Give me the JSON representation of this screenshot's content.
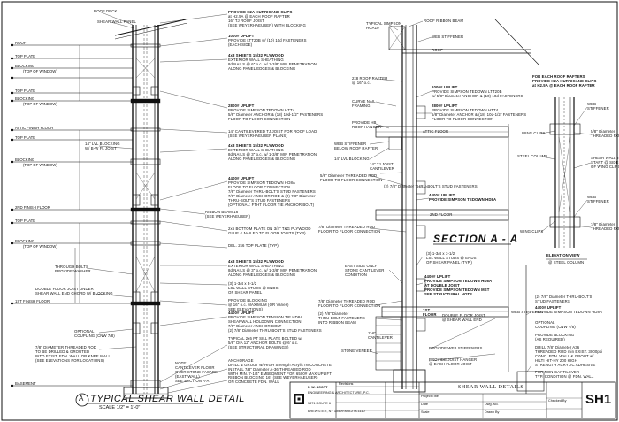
{
  "detail_title": {
    "marker": "A",
    "title": "TYPICAL SHEAR WALL DETAIL",
    "scale": "SCALE 1/2\" = 1'-0\""
  },
  "section_title": "SECTION A - A",
  "left_levels": {
    "roof": "ROOF",
    "top_plate_1": "TOP PLATE",
    "blocking_1": "BLOCKING",
    "blocking_1_sub": "(TOP OF WINDOW)",
    "top_plate_2": "TOP PLATE",
    "blocking_2": "BLOCKING",
    "blocking_2_sub": "(TOP OF WINDOW)",
    "attic": "ATTIC FINISH FLOOR",
    "top_plate_3": "TOP PLATE",
    "blocking_3": "BLOCKING",
    "blocking_3_sub": "(TOP OF WINDOW)",
    "second_floor": "2ND FINISH FLOOR",
    "top_plate_4": "TOP PLATE",
    "blocking_4": "BLOCKING",
    "blocking_4_sub": "(TOP OF WINDOW)",
    "first_floor": "1ST FINISH FLOOR",
    "basement": "BASEMENT"
  },
  "left_notes": {
    "roof_deck": "ROOF DECK",
    "shear_wall_panel": "SHEAR WALL PANEL",
    "lvl_blocking": "14\" LVL BLOCKING\nW/ B-W FL JOIST",
    "through_bolts": "THROUGH BOLTS\nPROVIDE WASHER",
    "double_floor_joist": "DOUBLE FLOOR JOIST UNDER\nSHEAR WALL END CHORD W/ BLOCKING",
    "optional_coupling": "OPTIONAL\nCOUPLING (CNW 7/8)",
    "threaded_rod": "7/8\" DIAMETER THREADED ROD\nTO BE DRILLED & GROUTED\nINTO EXIST. FDN. WALL OR KNEE WALL\n(SEE ELEVATIONS FOR LOCATIONS)",
    "note": "NOTE:\nCANTILEVER FLOOR\nOVER STONE FACADE\n(EAST WALL)\nSEE SECTION A-A"
  },
  "center_notes": [
    {
      "head": "PROVIDE H2A HURRICANE CLIPS",
      "body": "at H2.5A @ EACH ROOF RAFTER\n16\" TJ ROOF JOIST\n(SEE WEYERHAEUSER) WITH BLOCKING"
    },
    {
      "head": "1000# UPLIFT",
      "body": "PROVIDE LTT20B w/ (10) 10d FASTENERS\n(EACH SIDE)"
    },
    {
      "head": "4x8 SHEETS 15/32 PLYWOOD",
      "body": "EXTERIOR WALL SHEATHING\n8d NAILS @ 6\" o.c. w/ 1-3/8\" MIN PENETRATION\nALONG PANEL EDGES & BLOCKING"
    },
    {
      "head": "2800# UPLIFT",
      "body": "PROVIDE SIMPSON TEDOWN HTT4\n5/8\" Diameter ANCHOR & (18) 10d-1/2\" FASTENERS\nFLOOR TO FLOOR CONNECTION"
    },
    {
      "head": "",
      "body": "14\" CANTILEVERED TJ JOIST FOR ROOF LOAD\n(SEE WEYERHAEUSER PLANS)"
    },
    {
      "head": "4x8 SHEETS 15/32 PLYWOOD",
      "body": "EXTERIOR WALL SHEATHING\n8d NAILS @ 3\" o.c. w/ 1-3/8\" MIN PENETRATION\nALONG PANEL EDGES & BLOCKING"
    },
    {
      "head": "4400# UPLIFT",
      "body": "PROVIDE SIMPSON TEDOWN HD8A\nFLOOR TO FLOOR CONNECTION\n7/8\" Diameter THRU-BOLT'S STUD FASTENERS\n7/8\" Diameter ANCHOR ROD & (2) 7/8\" Diameter\nTHRU-BOLT'S STUD FASTENERS\n(OPTIONAL: FTHT FLOOR TIE ANCHOR BOLT)"
    },
    {
      "head": "RIBBON BEAM",
      "body": "RIBBON BEAM 16\"\n(SEE WEYERHAEUSER)"
    },
    {
      "head": "",
      "body": "2x6 BOTTOM PLATE ON 3/4\" T&G PLYWOOD\nGLUE & NAILED TO FLOOR JOISTS (TYP)"
    },
    {
      "head": "",
      "body": "DBL. 2x6 TOP PLATE (TYP)"
    },
    {
      "head": "4x8 SHEETS 15/32 PLYWOOD",
      "body": "EXTERIOR WALL SHEATHING\n8d NAILS @ 3\" o.c. w/ 1-3/8\" MIN PENETRATION\nALONG PANEL EDGES & BLOCKING"
    },
    {
      "head": "",
      "body": "(3) 1-3/4 x 3-1/2\nLSL WALL STUDS @ ENDS\nOF SHEAR PANEL"
    },
    {
      "head": "",
      "body": "PROVIDE BLOCKING\n@ 16\" o.c. MAXIMUM (OR Varies)\nSEE ELEVATIONS)"
    },
    {
      "head": "4400# UPLIFT",
      "body": "PROVIDE SIMPSON TENSION TIE HD8A\nSHEARWALL HOLDOWN CONNECTION\n7/8\" Diameter ANCHOR BOLT\n(2) 7/8\" Diameter THRU-BOLT'S STUD FASTENERS"
    },
    {
      "head": "",
      "body": "TYPICAL 2x6 PT SILL PLATE BOLTED w/\n5/8\" DIA 12\" ANCHOR BOLTS @ 6' o.c.\n(SEE STRUCTURAL DRAWINGS)"
    },
    {
      "head": "",
      "body": "ANCHORAGE\nDRILL & GROUT w/ HIGH Strength Acrylic IN CONCRETE\nINSTALL 7/8\" Diameter A-36 THREADED ROD\nWITH MIN. 7-1/4\" EMBEDMENT FOR 6500# MAX UPLIFT"
    },
    {
      "head": "",
      "body": "RIBBON BLOCKING 16\" (SEE WEYERHAEUSER)\nON CONCRETE FDN. WALL"
    }
  ],
  "section_notes": {
    "roof_ribbon": "ROOF RIBBON BEAM",
    "typical_simpson": "TYPICAL SIMPSON\nHGA10",
    "web_stiffener_1": "WEB STIFFENER",
    "roof": "ROOF",
    "rafter": "2x8 ROOF RAFTER\n@ 16\" o.c.",
    "curve_nail": "CURVE NAIL\nFRAMING",
    "hb_hanger": "PROVIDE HB\nROOF HANGER",
    "uplift_1000": "1000# UPLIFT",
    "uplift_1000_body": "PROVIDE SIMPSON TEDOWN LTT20B\nw/ 5/8\" Diameter ANCHOR & (10) 10d FASTENERS",
    "uplift_2800": "2800# UPLIFT",
    "uplift_2800_body": "PROVIDE SIMPSON TEDOWN HTT4\n5/8\" Diameter ANCHOR & (18) 10d-1/2\" FASTENERS\nFLOOR TO FLOOR CONNECTION",
    "web_stiffener_2": "WEB STIFFENER\nBELOW ROOF RAFTER",
    "attic_floor": "ATTIC FLOOR",
    "lvl_blocking": "14\" LVL BLOCKING",
    "lvl_joist": "14\" TJ JOIST\nCANTILEVER",
    "threaded_rod": "5/8\" Diameter THREADED ROD\nFLOOR TO FLOOR CONNECTION",
    "thru_bolts": "(2) 7/8\" Diameter THRU-BOLT'S STUD FASTENERS",
    "uplift_4400": "4400# UPLIFT",
    "uplift_4400_body": "PROVIDE SIMPSON TEDOWN HD8A",
    "second_floor": "2ND FLOOR",
    "threaded_rod_2": "7/8\" Diameter THREADED ROD\nFLOOR TO FLOOR CONNECTION",
    "east_side": "EAST SIDE ONLY\nSTONE CANTILEVER\nCONDITION",
    "lsl_studs": "(3) 1-3/4 x 3-1/2\nLSL WALL STUDS @ ENDS\nOF SHEAR PANEL (TYP.)",
    "uplift_4400b": "4400# UPLIFT",
    "uplift_4400b_body": "PROVIDE SIMPSON TEDOWN HD8A\nAT DOUBLE JOIST\nPROVIDE SIMPSON TEDOWN MST\nSEE STRUCTURAL NOTE",
    "threaded_rod_3": "7/8\" Diameter THREADED ROD\nFLOOR TO FLOOR CONNECTION",
    "thru_bolts_2": "(2) 7/8\" Diameter\nTHRU-BOLT FASTENERS\nINTO RIBBON BEAM",
    "first_floor": "1ST\nFLOOR",
    "double_joist": "DOUBLE FLOOR JOIST\n@ SHEAR WALL END",
    "cantilever": "1'-6\"\nCANTILEVER",
    "stone_veneer": "STONE VENEER",
    "web_stiffener_3": "PROVIDE WEB STIFFENERS",
    "joist_hanger": "PROVIDE JOIST HANGER\n@ EACH FLOOR JOIST",
    "web_stiffener_4": "WEB STIFFENER",
    "optional_coupling": "OPTIONAL\nCOUPLING (CNW 7/8)",
    "drill": "DRILL 7/8\" Diameter A36\nTHREADED ROD min EXIST. 3000psi\nCONC. FDN. WALL & GROUT w/\nHILTI HIT-HY 200 HIGH\nSTRENGTH ACRYLIC ADHESIVE",
    "uplift_4400c": "4400# UPLIFT",
    "uplift_4400c_body": "PROVIDE SIMPSON TEDOWN HD8A",
    "thru_bolt_fast": "(2) 7/8\" Diameter THRU-BOLT'S\nSTUD FASTENERS",
    "fdn_wall": "PROVIDE BLOCKING\n(AS REQUIRED)",
    "non_cantilever": "FOR NON-CANTILEVER\nTYP. CONDITION @ FDN. WALL"
  },
  "elevation": {
    "note_top": "FOR EACH ROOF RAFTERS\nPROVIDE H2A HURRICANE CLIPS\nat H2.5A @ EACH ROOF RAFTER",
    "web_stiffener": "WEB\nSTIFFENER",
    "wing_clips": "WING CLIPS",
    "threaded_rod": "5/8\" Diameter\nTHREADED ROD",
    "steel_column": "STEEL COLUMN",
    "shear_wall": "SHEAR WALL TO\nSTART @ SIDE\nOF WING CLIPS",
    "web_stiffener_2": "WEB\nSTIFFENER",
    "wing_clips_2": "WING CLIPS",
    "threaded_rod_2": "7/8\" Diameter\nTHREADED ROD",
    "title": "ELEVATION VIEW",
    "subtitle": "@ STEEL COLUMN"
  },
  "title_block": {
    "engineer": "P. W. SCOTT",
    "firm": "ENGINEERING & ARCHITECTURE, P.C.",
    "address1": "3871 ROUTE 6",
    "address2": "BREWSTER, NY  10509    845-278-1110",
    "revisions": "Revisions",
    "drawing_title": "SHEAR WALL DETAILS",
    "project_title": "Project Title",
    "date": "Date",
    "dwg_no": "Dwg. No.",
    "scale": "Scale",
    "drawn_by": "Drawn By",
    "checked_by": "Checked By",
    "sheet": "SH1"
  }
}
